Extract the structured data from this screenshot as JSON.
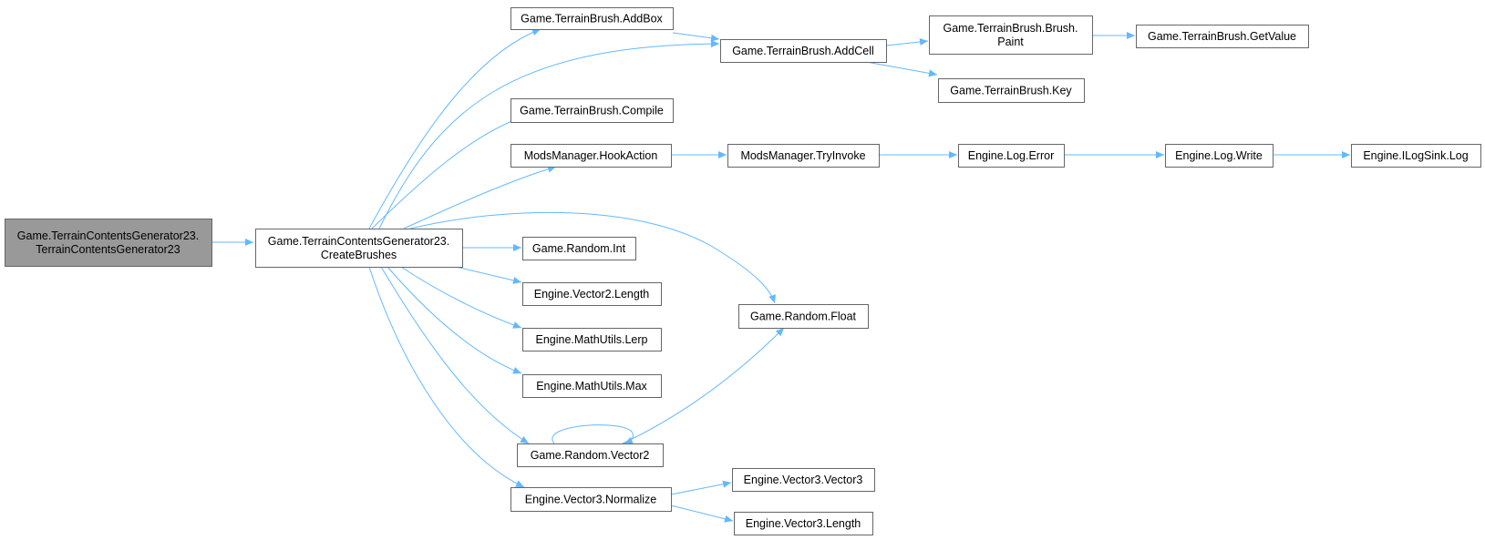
{
  "colors": {
    "edge": "#63b8ff",
    "node_border": "#666666",
    "root_fill": "#999999",
    "node_fill": "#ffffff"
  },
  "nodes": [
    {
      "id": "root",
      "lines": [
        "Game.TerrainContentsGenerator23.",
        "TerrainContentsGenerator23"
      ],
      "highlighted": true
    },
    {
      "id": "cb",
      "lines": [
        "Game.TerrainContentsGenerator23.",
        "CreateBrushes"
      ]
    },
    {
      "id": "addbox",
      "lines": [
        "Game.TerrainBrush.AddBox"
      ]
    },
    {
      "id": "addcell",
      "lines": [
        "Game.TerrainBrush.AddCell"
      ]
    },
    {
      "id": "paint",
      "lines": [
        "Game.TerrainBrush.Brush.",
        "Paint"
      ]
    },
    {
      "id": "getvalue",
      "lines": [
        "Game.TerrainBrush.GetValue"
      ]
    },
    {
      "id": "key",
      "lines": [
        "Game.TerrainBrush.Key"
      ]
    },
    {
      "id": "compile",
      "lines": [
        "Game.TerrainBrush.Compile"
      ]
    },
    {
      "id": "hook",
      "lines": [
        "ModsManager.HookAction"
      ]
    },
    {
      "id": "tryinvoke",
      "lines": [
        "ModsManager.TryInvoke"
      ]
    },
    {
      "id": "logerror",
      "lines": [
        "Engine.Log.Error"
      ]
    },
    {
      "id": "logwrite",
      "lines": [
        "Engine.Log.Write"
      ]
    },
    {
      "id": "sinklog",
      "lines": [
        "Engine.ILogSink.Log"
      ]
    },
    {
      "id": "randint",
      "lines": [
        "Game.Random.Int"
      ]
    },
    {
      "id": "v2len",
      "lines": [
        "Engine.Vector2.Length"
      ]
    },
    {
      "id": "lerp",
      "lines": [
        "Engine.MathUtils.Lerp"
      ]
    },
    {
      "id": "max",
      "lines": [
        "Engine.MathUtils.Max"
      ]
    },
    {
      "id": "randv2",
      "lines": [
        "Game.Random.Vector2"
      ]
    },
    {
      "id": "normalize",
      "lines": [
        "Engine.Vector3.Normalize"
      ]
    },
    {
      "id": "randfloat",
      "lines": [
        "Game.Random.Float"
      ]
    },
    {
      "id": "v3v3",
      "lines": [
        "Engine.Vector3.Vector3"
      ]
    },
    {
      "id": "v3len",
      "lines": [
        "Engine.Vector3.Length"
      ]
    }
  ],
  "edges": [
    {
      "from": "root",
      "to": "cb"
    },
    {
      "from": "cb",
      "to": "addbox"
    },
    {
      "from": "cb",
      "to": "addcell"
    },
    {
      "from": "addbox",
      "to": "addcell"
    },
    {
      "from": "addcell",
      "to": "paint"
    },
    {
      "from": "addcell",
      "to": "key"
    },
    {
      "from": "paint",
      "to": "getvalue"
    },
    {
      "from": "cb",
      "to": "compile"
    },
    {
      "from": "cb",
      "to": "hook"
    },
    {
      "from": "hook",
      "to": "tryinvoke"
    },
    {
      "from": "tryinvoke",
      "to": "logerror"
    },
    {
      "from": "logerror",
      "to": "logwrite"
    },
    {
      "from": "logwrite",
      "to": "sinklog"
    },
    {
      "from": "cb",
      "to": "randfloat"
    },
    {
      "from": "cb",
      "to": "randint"
    },
    {
      "from": "cb",
      "to": "v2len"
    },
    {
      "from": "cb",
      "to": "lerp"
    },
    {
      "from": "cb",
      "to": "max"
    },
    {
      "from": "cb",
      "to": "randv2"
    },
    {
      "from": "randv2",
      "to": "randv2"
    },
    {
      "from": "randv2",
      "to": "randfloat"
    },
    {
      "from": "cb",
      "to": "normalize"
    },
    {
      "from": "normalize",
      "to": "v3v3"
    },
    {
      "from": "normalize",
      "to": "v3len"
    }
  ]
}
